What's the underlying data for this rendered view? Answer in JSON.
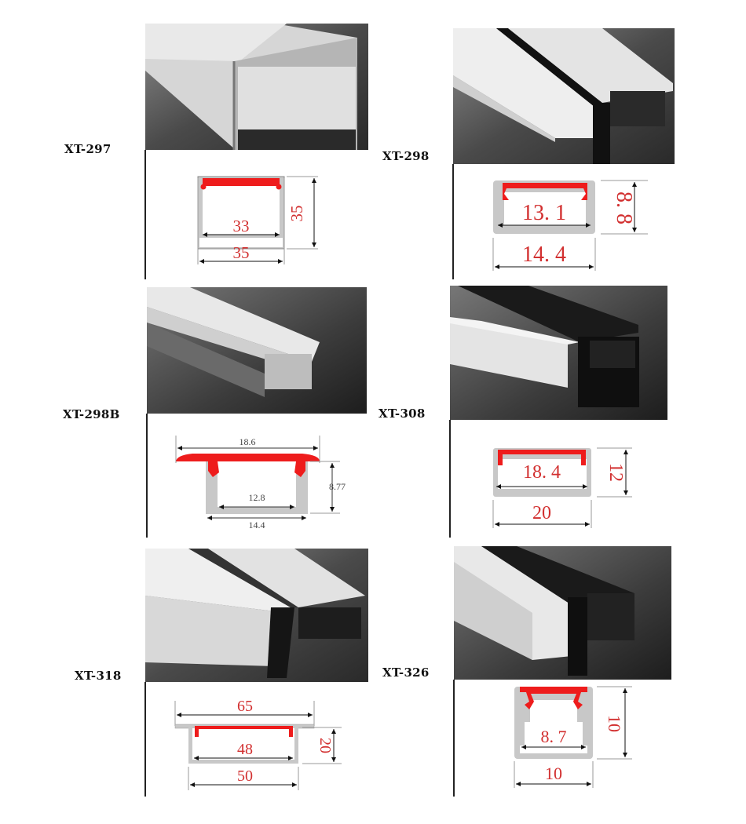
{
  "colors": {
    "dimension_text": "#d23030",
    "diffuser": "#ee1c1c",
    "profile": "#c8c8c8",
    "profile_stroke": "#8a8a8a",
    "label": "#111111"
  },
  "products": [
    {
      "model": "XT-297",
      "dims": {
        "inner_width": "33",
        "outer_width": "35",
        "height": "35"
      }
    },
    {
      "model": "XT-298",
      "dims": {
        "inner_width": "13. 1",
        "outer_width": "14. 4",
        "height": "8. 8"
      }
    },
    {
      "model": "XT-298B",
      "dims": {
        "flange_width": "18.6",
        "inner_width": "12.8",
        "outer_width": "14.4",
        "height": "8.77"
      }
    },
    {
      "model": "XT-308",
      "dims": {
        "inner_width": "18. 4",
        "outer_width": "20",
        "height": "12"
      }
    },
    {
      "model": "XT-318",
      "dims": {
        "flange_width": "65",
        "inner_width": "48",
        "outer_width": "50",
        "height": "20"
      }
    },
    {
      "model": "XT-326",
      "dims": {
        "inner_width": "8. 7",
        "outer_width": "10",
        "height": "10"
      }
    }
  ]
}
